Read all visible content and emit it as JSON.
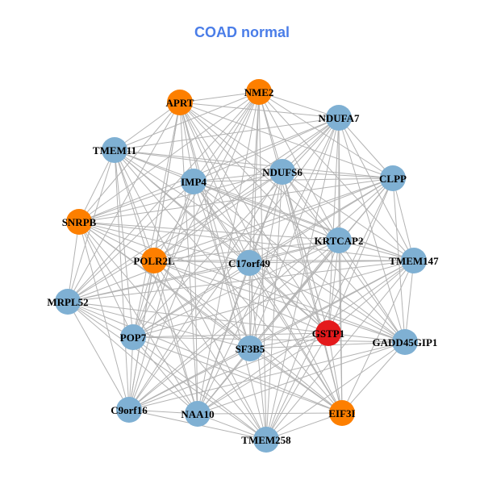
{
  "title": "COAD normal",
  "colors": {
    "title": "#4a7de8",
    "edge": "#b3b3b3",
    "blue": "#7fb0d3",
    "orange": "#fd7f00",
    "red": "#e41a1c"
  },
  "nodes": [
    {
      "id": "APRT",
      "color": "orange"
    },
    {
      "id": "NME2",
      "color": "orange"
    },
    {
      "id": "NDUFA7",
      "color": "blue"
    },
    {
      "id": "TMEM11",
      "color": "blue"
    },
    {
      "id": "IMP4",
      "color": "blue"
    },
    {
      "id": "NDUFS6",
      "color": "blue"
    },
    {
      "id": "CLPP",
      "color": "blue"
    },
    {
      "id": "SNRPB",
      "color": "orange"
    },
    {
      "id": "KRTCAP2",
      "color": "blue"
    },
    {
      "id": "POLR2L",
      "color": "orange"
    },
    {
      "id": "C17orf49",
      "color": "blue"
    },
    {
      "id": "TMEM147",
      "color": "blue"
    },
    {
      "id": "MRPL52",
      "color": "blue"
    },
    {
      "id": "GSTP1",
      "color": "red"
    },
    {
      "id": "POP7",
      "color": "blue"
    },
    {
      "id": "SF3B5",
      "color": "blue"
    },
    {
      "id": "GADD45GIP1",
      "color": "blue"
    },
    {
      "id": "C9orf16",
      "color": "blue"
    },
    {
      "id": "NAA10",
      "color": "blue"
    },
    {
      "id": "EIF3I",
      "color": "orange"
    },
    {
      "id": "TMEM258",
      "color": "blue"
    }
  ]
}
